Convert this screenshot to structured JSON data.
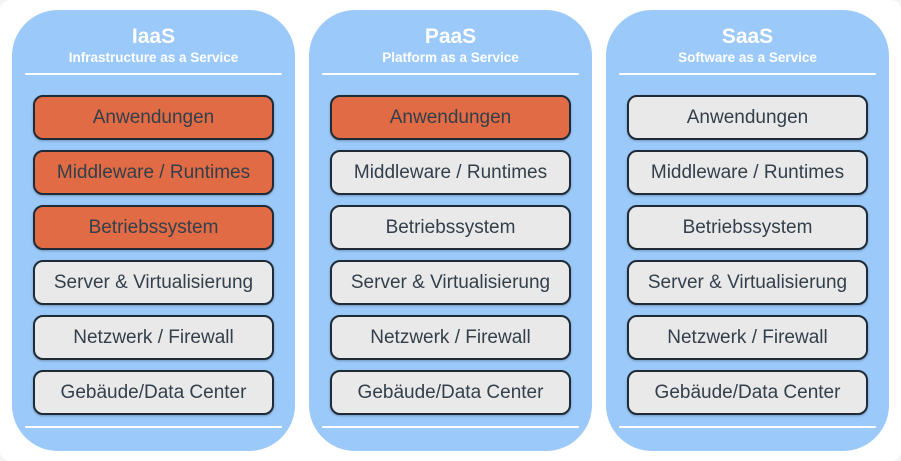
{
  "colors": {
    "page_background": "#f4f4f4",
    "card_background": "#ffffff",
    "panel_blue": "#9bc9f9",
    "highlight_orange": "#e06b44",
    "layer_gray": "#e9e9e9",
    "layer_border": "#1f2b36",
    "layer_text": "#333f4b",
    "title_text": "#ffffff",
    "divider": "#ffffff"
  },
  "columns": [
    {
      "title": "IaaS",
      "subtitle": "Infrastructure as a Service",
      "layers": [
        {
          "label": "Anwendungen",
          "variant": "highlight"
        },
        {
          "label": "Middleware / Runtimes",
          "variant": "highlight"
        },
        {
          "label": "Betriebssystem",
          "variant": "highlight"
        },
        {
          "label": "Server & Virtualisierung",
          "variant": "default"
        },
        {
          "label": "Netzwerk / Firewall",
          "variant": "default"
        },
        {
          "label": "Gebäude/Data Center",
          "variant": "default"
        }
      ]
    },
    {
      "title": "PaaS",
      "subtitle": "Platform as a Service",
      "layers": [
        {
          "label": "Anwendungen",
          "variant": "highlight"
        },
        {
          "label": "Middleware / Runtimes",
          "variant": "default"
        },
        {
          "label": "Betriebssystem",
          "variant": "default"
        },
        {
          "label": "Server & Virtualisierung",
          "variant": "default"
        },
        {
          "label": "Netzwerk / Firewall",
          "variant": "default"
        },
        {
          "label": "Gebäude/Data Center",
          "variant": "default"
        }
      ]
    },
    {
      "title": "SaaS",
      "subtitle": "Software as a Service",
      "layers": [
        {
          "label": "Anwendungen",
          "variant": "default"
        },
        {
          "label": "Middleware / Runtimes",
          "variant": "default"
        },
        {
          "label": "Betriebssystem",
          "variant": "default"
        },
        {
          "label": "Server & Virtualisierung",
          "variant": "default"
        },
        {
          "label": "Netzwerk / Firewall",
          "variant": "default"
        },
        {
          "label": "Gebäude/Data Center",
          "variant": "default"
        }
      ]
    }
  ]
}
